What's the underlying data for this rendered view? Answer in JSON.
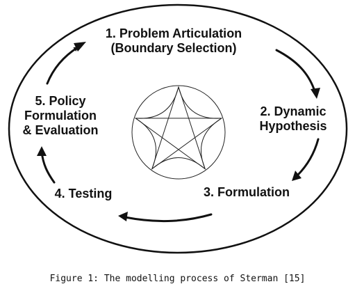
{
  "diagram": {
    "steps": [
      {
        "lines": [
          "1. Problem Articulation",
          "(Boundary Selection)"
        ]
      },
      {
        "lines": [
          "2. Dynamic",
          "Hypothesis"
        ]
      },
      {
        "lines": [
          "3. Formulation"
        ]
      },
      {
        "lines": [
          "4. Testing"
        ]
      },
      {
        "lines": [
          "5. Policy",
          "Formulation",
          "& Evaluation"
        ]
      }
    ],
    "arrows": [
      {
        "from": "5",
        "to": "1"
      },
      {
        "from": "1",
        "to": "2"
      },
      {
        "from": "2",
        "to": "3"
      },
      {
        "from": "3",
        "to": "4"
      },
      {
        "from": "4",
        "to": "5"
      }
    ],
    "center_icon": "star-in-circle-icon"
  },
  "caption": "Figure 1: The modelling process of Sterman [15]",
  "colors": {
    "ink": "#111111",
    "background": "#ffffff"
  }
}
